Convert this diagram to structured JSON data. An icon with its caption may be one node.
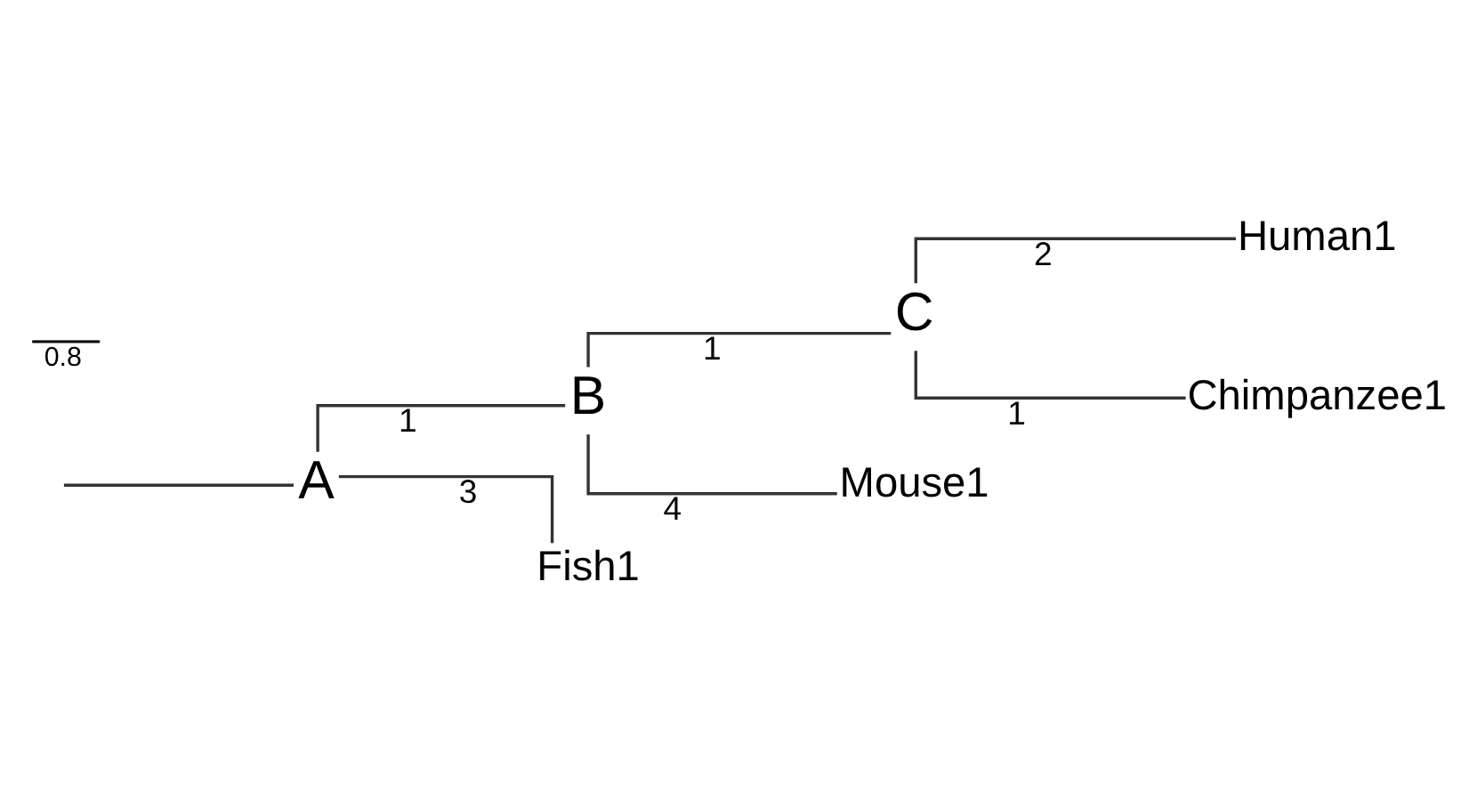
{
  "diagram": {
    "nodes": [
      {
        "text": [
          "A"
        ]
      },
      {
        "text": [
          "B"
        ]
      },
      {
        "text": [
          "C"
        ]
      },
      {
        "text": [
          "Human1"
        ]
      },
      {
        "text": [
          "Chimpanzee1"
        ]
      },
      {
        "text": [
          "Mouse1"
        ]
      },
      {
        "text": [
          "Fish1"
        ]
      }
    ],
    "edges": [
      {
        "from": null,
        "to": 0,
        "arrow": "none"
      },
      {
        "from": 0,
        "to": 1,
        "label": "1",
        "arrow": "none"
      },
      {
        "from": 1,
        "to": 2,
        "label": "1",
        "arrow": "none"
      },
      {
        "from": 2,
        "to": 3,
        "label": "2",
        "arrow": "none"
      },
      {
        "from": 2,
        "to": 4,
        "label": "1",
        "arrow": "none"
      },
      {
        "from": 1,
        "to": 5,
        "label": "4",
        "arrow": "none"
      },
      {
        "from": 0,
        "to": 6,
        "label": "3",
        "arrow": "none"
      }
    ],
    "labels": [
      "0.8"
    ]
  }
}
